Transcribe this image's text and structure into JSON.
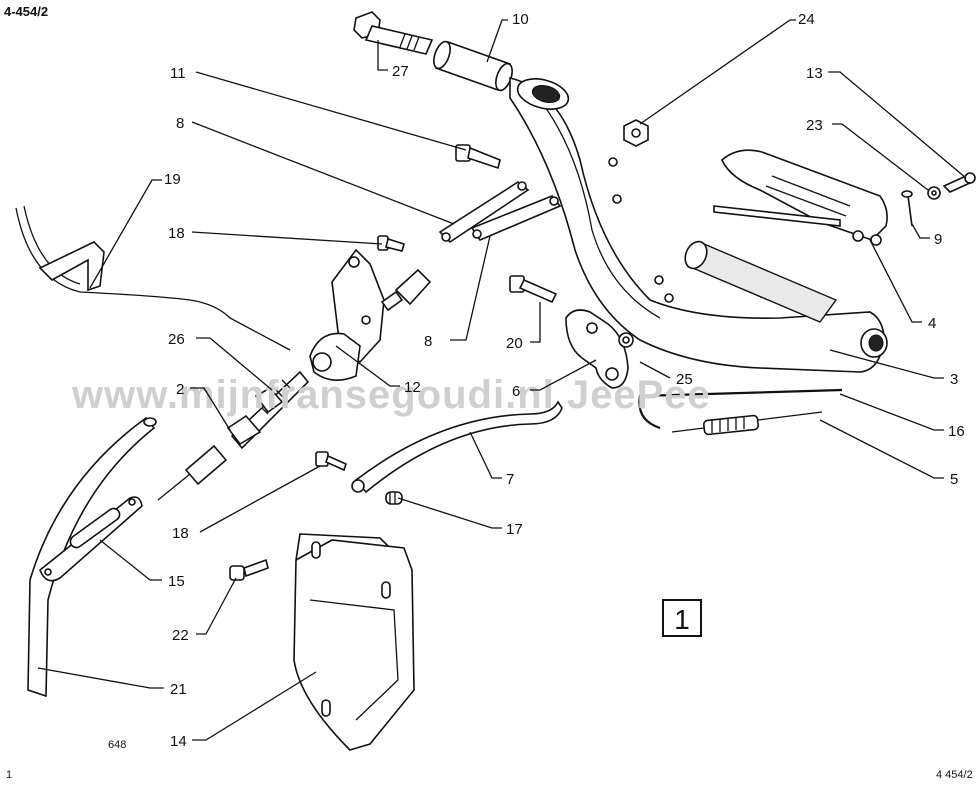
{
  "header": {
    "ref_top_left": "4-454/2",
    "ref_bottom_right": "4 454/2",
    "page_num": "1",
    "fig_code": "648"
  },
  "watermark": "www.mijnfransegoudi.nl   JeePee",
  "figure_box": "1",
  "callouts": {
    "c2": "2",
    "c3": "3",
    "c4": "4",
    "c5": "5",
    "c6": "6",
    "c7": "7",
    "c8a": "8",
    "c8b": "8",
    "c9": "9",
    "c10": "10",
    "c11": "11",
    "c12": "12",
    "c13": "13",
    "c14": "14",
    "c15": "15",
    "c16": "16",
    "c17": "17",
    "c18a": "18",
    "c18b": "18",
    "c19": "19",
    "c20": "20",
    "c21": "21",
    "c22": "22",
    "c23": "23",
    "c24": "24",
    "c25": "25",
    "c26": "26",
    "c27": "27"
  }
}
